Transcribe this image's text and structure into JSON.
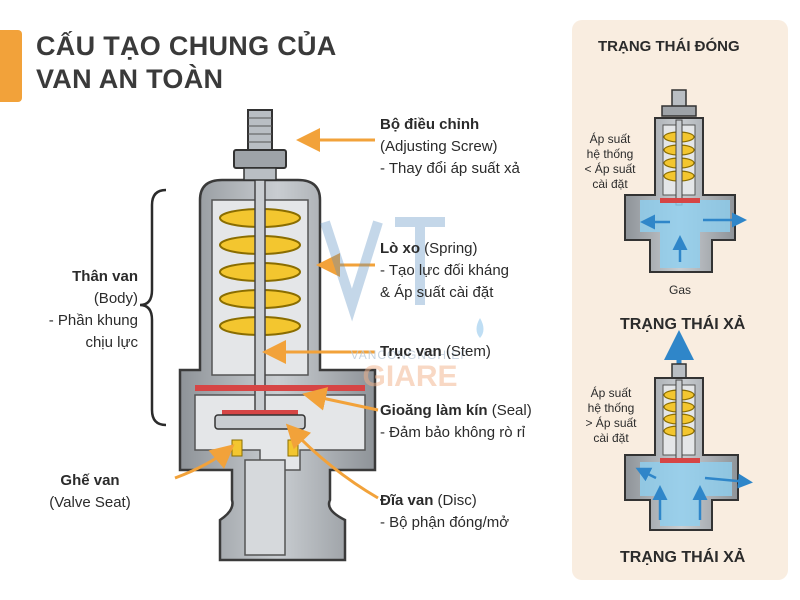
{
  "title": {
    "line1": "CẤU TẠO CHUNG CỦA",
    "line2": "VAN AN TOÀN"
  },
  "body_label": {
    "name": "Thân van",
    "en": "(Body)",
    "desc1": "- Phần khung",
    "desc2": "chịu lực"
  },
  "adjusting": {
    "name": "Bộ điều chỉnh",
    "en": "(Adjusting Screw)",
    "desc": "- Thay đổi áp suất xả"
  },
  "spring": {
    "name": "Lò xo",
    "en": "(Spring)",
    "desc1": "- Tạo lực đối kháng",
    "desc2": "& Áp suất cài đặt"
  },
  "stem": {
    "name": "Trục van",
    "en": "(Stem)"
  },
  "seal": {
    "name": "Gioăng làm kín",
    "en": "(Seal)",
    "desc": "- Đảm bảo không rò rỉ"
  },
  "seat": {
    "name": "Ghế van",
    "en": "(Valve Seat)"
  },
  "disc": {
    "name": "Đĩa van",
    "en": "(Disc)",
    "desc": "- Bộ phận đóng/mở"
  },
  "closed_state": {
    "title": "TRẠNG THÁI ĐÓNG",
    "pressure_lines": [
      "Áp suất",
      "hệ thống",
      "< Áp suất",
      "cài đặt"
    ],
    "gas": "Gas"
  },
  "relief_state": {
    "title": "TRẠNG THÁI XẢ",
    "pressure_lines": [
      "Áp suất",
      "hệ thống",
      "> Áp suất",
      "cài đặt"
    ],
    "bottom_title": "TRẠNG THÁI XẢ"
  },
  "watermark": {
    "line1": "VANCONGNGHIEP",
    "line2": "GIARE"
  },
  "colors": {
    "accent": "#f2a23a",
    "spring": "#f3c62f",
    "seal": "#d64545",
    "steel": "#a9aeb3",
    "fluid": "#8fd0f0",
    "flow": "#2f86c9"
  }
}
